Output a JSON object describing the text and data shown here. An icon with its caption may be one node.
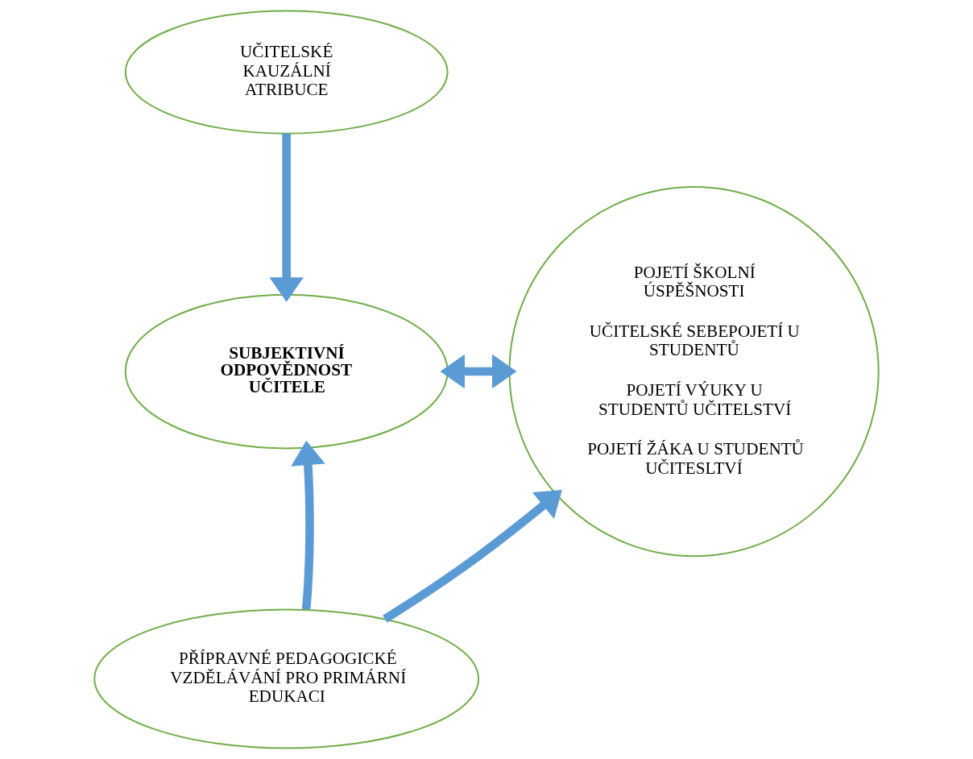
{
  "diagram": {
    "nodes": [
      {
        "text": [
          "UČITELSKÉ KAUZÁLNÍ ATRIBUCE"
        ]
      },
      {
        "text": [
          "SUBJEKTIVNÍ ODPOVĚDNOST UČITELE"
        ]
      },
      {
        "text": [
          "POJETÍ ŠKOLNÍ ÚSPĚŠNOSTI",
          "UČITELSKÉ SEBEPOJETÍ U STUDENTŮ",
          "POJETÍ VÝUKY U STUDENTŮ UČITELSTVÍ",
          "POJETÍ ŽÁKA U STUDENTŮ UČITESLTVÍ"
        ]
      },
      {
        "text": [
          "PŘÍPRAVNÉ PEDAGOGICKÉ VZDĚLÁVÁNÍ PRO PRIMÁRNÍ EDUKACI"
        ]
      }
    ],
    "edges": [
      {
        "from": 0,
        "to": 1,
        "arrow": "to"
      },
      {
        "from": 1,
        "to": 2,
        "arrow": "both"
      },
      {
        "from": 3,
        "to": 1,
        "arrow": "to"
      },
      {
        "from": 3,
        "to": 2,
        "arrow": "to"
      }
    ]
  }
}
